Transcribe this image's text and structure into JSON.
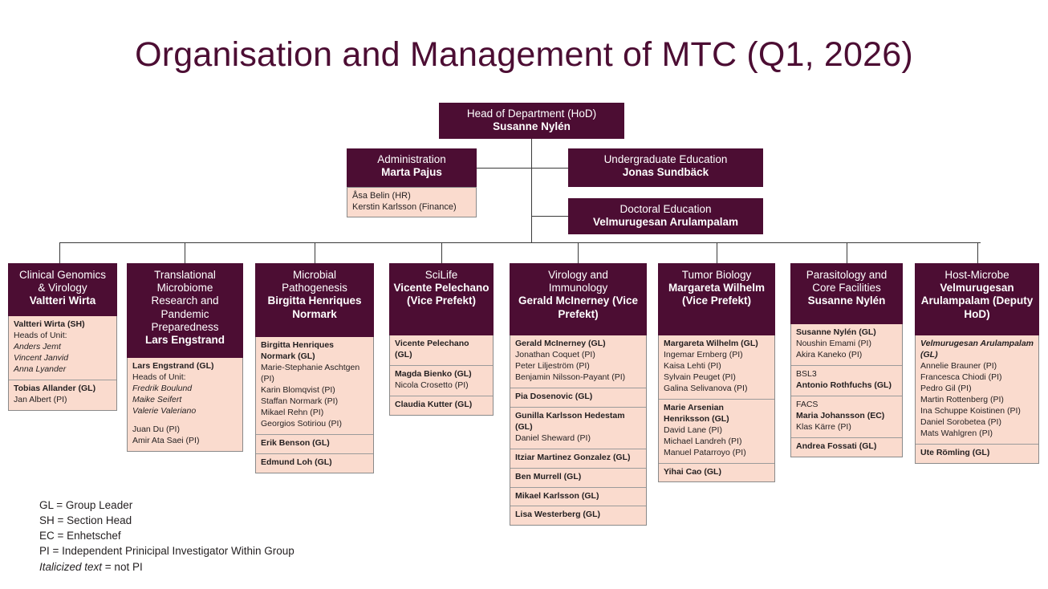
{
  "title": "Organisation and Management of MTC (Q1, 2026)",
  "top": {
    "hod": {
      "role": "Head of Department (HoD)",
      "name": "Susanne Nylén"
    },
    "administration": {
      "role": "Administration",
      "name": "Marta Pajus",
      "staff": [
        "Åsa Belin (HR)",
        "Kerstin Karlsson (Finance)"
      ]
    },
    "undergraduate": {
      "role": "Undergraduate Education",
      "name": "Jonas Sundbäck"
    },
    "doctoral": {
      "role": "Doctoral  Education",
      "name": "Velmurugesan Arulampalam"
    }
  },
  "columns": [
    {
      "header_lines": [
        "Clinical Genomics",
        "& Virology"
      ],
      "header_name": "Valtteri Wirta",
      "groups": [
        {
          "lines": [
            {
              "text": "Valtteri Wirta (SH)",
              "style": "lead"
            },
            {
              "text": "Heads of Unit:",
              "style": "plain"
            },
            {
              "text": "Anders Jemt",
              "style": "ital"
            },
            {
              "text": "Vincent Janvid",
              "style": "ital"
            },
            {
              "text": "Anna Lyander",
              "style": "ital"
            }
          ]
        },
        {
          "lines": [
            {
              "text": "Tobias Allander (GL)",
              "style": "lead"
            },
            {
              "text": "Jan Albert (PI)",
              "style": "plain"
            }
          ]
        }
      ]
    },
    {
      "header_lines": [
        "Translational",
        "Microbiome",
        "Research and",
        "Pandemic",
        "Preparedness"
      ],
      "header_name": "Lars Engstrand",
      "groups": [
        {
          "lines": [
            {
              "text": "Lars Engstrand (GL)",
              "style": "lead"
            },
            {
              "text": "Heads of Unit:",
              "style": "plain"
            },
            {
              "text": "Fredrik Boulund",
              "style": "ital"
            },
            {
              "text": "Maike Seifert",
              "style": "ital"
            },
            {
              "text": "Valerie Valeriano",
              "style": "ital"
            },
            {
              "text": "",
              "style": "spacer"
            },
            {
              "text": "Juan Du (PI)",
              "style": "plain"
            },
            {
              "text": "Amir Ata Saei (PI)",
              "style": "plain"
            }
          ]
        }
      ]
    },
    {
      "header_lines": [
        "Microbial",
        "Pathogenesis"
      ],
      "header_name": "Birgitta Henriques Normark",
      "groups": [
        {
          "lines": [
            {
              "text": "Birgitta Henriques Normark (GL)",
              "style": "lead"
            },
            {
              "text": "Marie-Stephanie Aschtgen (PI)",
              "style": "plain"
            },
            {
              "text": "Karin Blomqvist (PI)",
              "style": "plain"
            },
            {
              "text": "Staffan Normark (PI)",
              "style": "plain"
            },
            {
              "text": "Mikael Rehn (PI)",
              "style": "plain"
            },
            {
              "text": "Georgios Sotiriou (PI)",
              "style": "plain"
            }
          ]
        },
        {
          "lines": [
            {
              "text": "Erik Benson (GL)",
              "style": "lead"
            }
          ]
        },
        {
          "lines": [
            {
              "text": "Edmund Loh (GL)",
              "style": "lead"
            }
          ]
        }
      ]
    },
    {
      "header_lines": [
        "SciLife"
      ],
      "header_name": "Vicente Pelechano (Vice Prefekt)",
      "groups": [
        {
          "lines": [
            {
              "text": "Vicente Pelechano (GL)",
              "style": "lead"
            }
          ]
        },
        {
          "lines": [
            {
              "text": "Magda Bienko (GL)",
              "style": "lead"
            },
            {
              "text": "Nicola Crosetto (PI)",
              "style": "plain"
            }
          ]
        },
        {
          "lines": [
            {
              "text": "Claudia Kutter (GL)",
              "style": "lead"
            }
          ]
        }
      ]
    },
    {
      "header_lines": [
        "Virology and",
        "Immunology"
      ],
      "header_name": "Gerald McInerney (Vice Prefekt)",
      "groups": [
        {
          "lines": [
            {
              "text": "Gerald McInerney (GL)",
              "style": "lead"
            },
            {
              "text": "Jonathan Coquet (PI)",
              "style": "plain"
            },
            {
              "text": "Peter Liljeström (PI)",
              "style": "plain"
            },
            {
              "text": "Benjamin Nilsson-Payant (PI)",
              "style": "plain"
            }
          ]
        },
        {
          "lines": [
            {
              "text": "Pia Dosenovic (GL)",
              "style": "lead"
            }
          ]
        },
        {
          "lines": [
            {
              "text": "Gunilla Karlsson Hedestam (GL)",
              "style": "lead"
            },
            {
              "text": "Daniel Sheward (PI)",
              "style": "plain"
            }
          ]
        },
        {
          "lines": [
            {
              "text": "Itziar Martinez Gonzalez (GL)",
              "style": "lead"
            }
          ]
        },
        {
          "lines": [
            {
              "text": "Ben Murrell (GL)",
              "style": "lead"
            }
          ]
        },
        {
          "lines": [
            {
              "text": "Mikael Karlsson (GL)",
              "style": "lead"
            }
          ]
        },
        {
          "lines": [
            {
              "text": "Lisa Westerberg (GL)",
              "style": "lead"
            }
          ]
        }
      ]
    },
    {
      "header_lines": [
        "Tumor Biology"
      ],
      "header_name": "Margareta Wilhelm (Vice Prefekt)",
      "groups": [
        {
          "lines": [
            {
              "text": "Margareta Wilhelm (GL)",
              "style": "lead"
            },
            {
              "text": "Ingemar Ernberg (PI)",
              "style": "plain"
            },
            {
              "text": "Kaisa Lehti (PI)",
              "style": "plain"
            },
            {
              "text": "Sylvain Peuget (PI)",
              "style": "plain"
            },
            {
              "text": "Galina Selivanova (PI)",
              "style": "plain"
            }
          ]
        },
        {
          "lines": [
            {
              "text": "Marie Arsenian Henriksson (GL)",
              "style": "lead"
            },
            {
              "text": "David Lane (PI)",
              "style": "plain"
            },
            {
              "text": "Michael Landreh (PI)",
              "style": "plain"
            },
            {
              "text": "Manuel Patarroyo (PI)",
              "style": "plain"
            }
          ]
        },
        {
          "lines": [
            {
              "text": "Yihai Cao (GL)",
              "style": "lead"
            }
          ]
        }
      ]
    },
    {
      "header_lines": [
        "Parasitology and",
        "Core Facilities"
      ],
      "header_name": "Susanne Nylén",
      "groups": [
        {
          "lines": [
            {
              "text": "Susanne Nylén (GL)",
              "style": "lead"
            },
            {
              "text": "Noushin Emami (PI)",
              "style": "plain"
            },
            {
              "text": "Akira Kaneko (PI)",
              "style": "plain"
            }
          ]
        },
        {
          "lines": [
            {
              "text": "BSL3",
              "style": "plain"
            },
            {
              "text": "Antonio Rothfuchs (GL)",
              "style": "lead"
            }
          ]
        },
        {
          "lines": [
            {
              "text": "FACS",
              "style": "plain"
            },
            {
              "text": "Maria Johansson (EC)",
              "style": "lead"
            },
            {
              "text": "Klas Kärre (PI)",
              "style": "plain"
            }
          ]
        },
        {
          "lines": [
            {
              "text": "Andrea Fossati (GL)",
              "style": "lead"
            }
          ]
        }
      ]
    },
    {
      "header_lines": [
        "Host-Microbe"
      ],
      "header_name": "Velmurugesan Arulampalam (Deputy HoD)",
      "groups": [
        {
          "lines": [
            {
              "text": "Velmurugesan Arulampalam (GL)",
              "style": "leadital"
            },
            {
              "text": "Annelie Brauner (PI)",
              "style": "plain"
            },
            {
              "text": "Francesca Chiodi (PI)",
              "style": "plain"
            },
            {
              "text": "Pedro Gil (PI)",
              "style": "plain"
            },
            {
              "text": "Martin Rottenberg (PI)",
              "style": "plain"
            },
            {
              "text": "Ina Schuppe Koistinen (PI)",
              "style": "plain"
            },
            {
              "text": "Daniel Sorobetea (PI)",
              "style": "plain"
            },
            {
              "text": "Mats Wahlgren (PI)",
              "style": "plain"
            }
          ]
        },
        {
          "lines": [
            {
              "text": "Ute Römling (GL)",
              "style": "lead"
            }
          ]
        }
      ]
    }
  ],
  "legend": [
    {
      "text": "GL = Group Leader",
      "style": "plain"
    },
    {
      "text": "SH = Section Head",
      "style": "plain"
    },
    {
      "text": "EC = Enhetschef",
      "style": "plain"
    },
    {
      "text": "PI = Independent Prinicipal Investigator Within Group",
      "style": "plain"
    },
    {
      "text": "Italicized text",
      "suffix": " = not PI",
      "style": "italic-prefix"
    }
  ],
  "colors": {
    "dark": "#4c0d33",
    "pink": "#fadbce",
    "line": "#3a3a3a",
    "text": "#231f20"
  }
}
